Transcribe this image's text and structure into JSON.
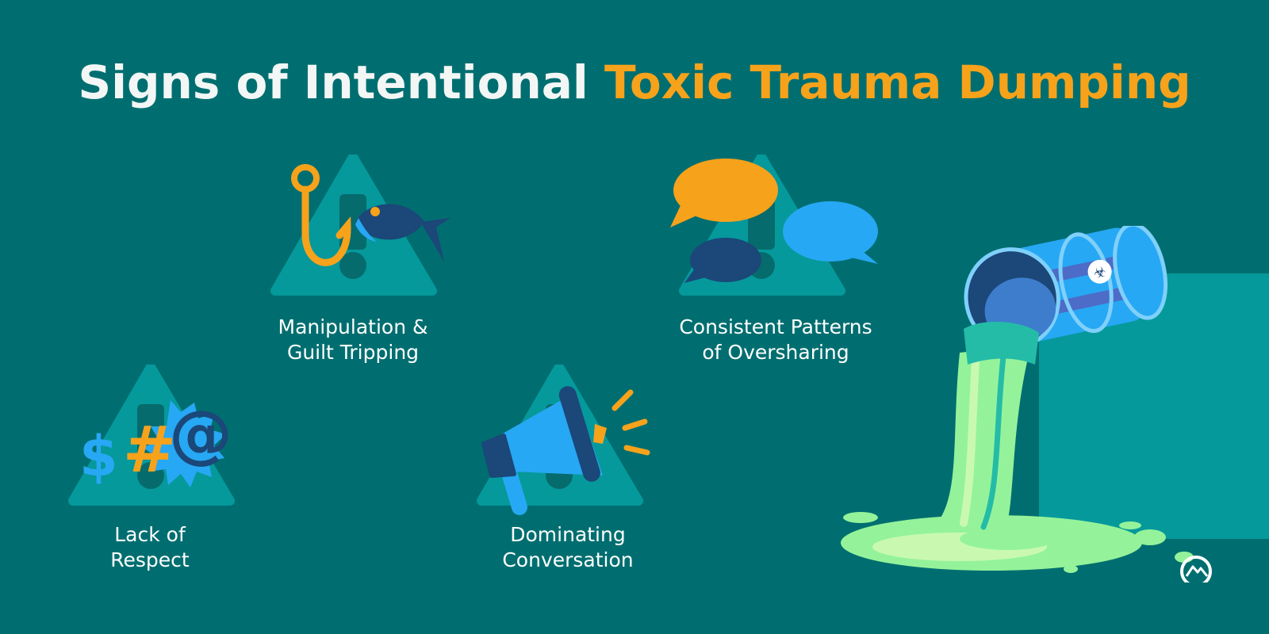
{
  "title": {
    "part1": "Signs of Intentional",
    "part2": "Toxic Trauma Dumping"
  },
  "items": [
    {
      "icon": "fishhook-icon",
      "line1": "Manipulation &",
      "line2": "Guilt Tripping"
    },
    {
      "icon": "speech-bubbles-icon",
      "line1": "Consistent Patterns",
      "line2": "of Oversharing"
    },
    {
      "icon": "symbols-icon",
      "line1": "Lack of",
      "line2": "Respect"
    },
    {
      "icon": "megaphone-icon",
      "line1": "Dominating",
      "line2": "Conversation"
    }
  ],
  "illustration": {
    "icon": "toxic-barrel-icon"
  },
  "colors": {
    "background": "#006e70",
    "accent": "#f7a21b",
    "triangle": "#05999b",
    "navy": "#1b4779",
    "blue": "#27a8f4",
    "slime": "#94f39a"
  }
}
